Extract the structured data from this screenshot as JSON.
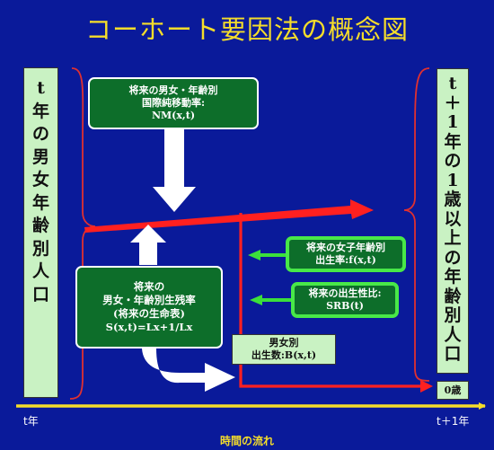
{
  "title": "コーホート要因法の概念図",
  "left_box": {
    "chars": [
      "t",
      "年",
      "の",
      "男",
      "女",
      "年",
      "齢",
      "別",
      "人",
      "口"
    ]
  },
  "right_box": {
    "chars": [
      "t",
      "＋",
      "1",
      "年",
      "の",
      "1",
      "歳",
      "以",
      "上",
      "の",
      "年",
      "齢",
      "別",
      "人",
      "口"
    ]
  },
  "age_zero_box": "0歳",
  "migration_box": {
    "lines": [
      "将来の男女・年齢別",
      "国際純移動率:",
      "NM(x,t)"
    ]
  },
  "survival_box": {
    "lines": [
      "将来の",
      "男女・年齢別生残率",
      "(将来の生命表)",
      "S(x,t)=Lx+1/Lx"
    ]
  },
  "fertility_box": {
    "lines": [
      "将来の女子年齢別",
      "出生率:f(x,t)"
    ]
  },
  "srb_box": {
    "lines": [
      "将来の出生性比:",
      "SRB(t)"
    ]
  },
  "births_box": {
    "lines": [
      "男女別",
      "出生数:B(x,t)"
    ]
  },
  "axis": {
    "start": "t年",
    "end": "t＋1年",
    "caption": "時間の流れ"
  },
  "colors": {
    "background": "#0a1a9a",
    "title": "#f5dd2a",
    "flow_arrow": "#ff2020",
    "box_fill": "#c9f2c3",
    "input_box": "#0d6e2a",
    "input_arrow": "#3be03b",
    "axis": "#f5dd2a"
  }
}
